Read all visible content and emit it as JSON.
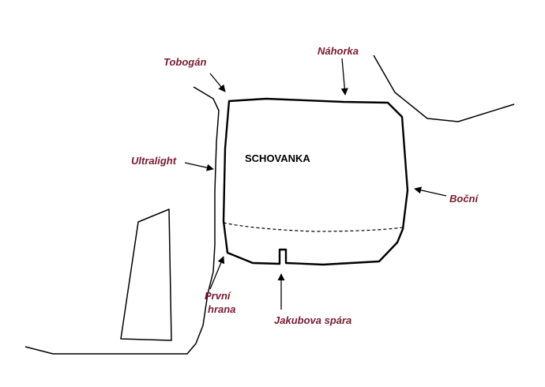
{
  "block_name": "SCHOVANKA",
  "routes": {
    "toboggan": "Tobogán",
    "nahorka": "Náhorka",
    "ultralight": "Ultralight",
    "bocni": "Boční",
    "prvni_hrana_line1": "První",
    "prvni_hrana_line2": "hrana",
    "jakubova_spara": "Jakubova spára"
  },
  "colors": {
    "label": "#7a1a30",
    "lines": "#000000"
  }
}
